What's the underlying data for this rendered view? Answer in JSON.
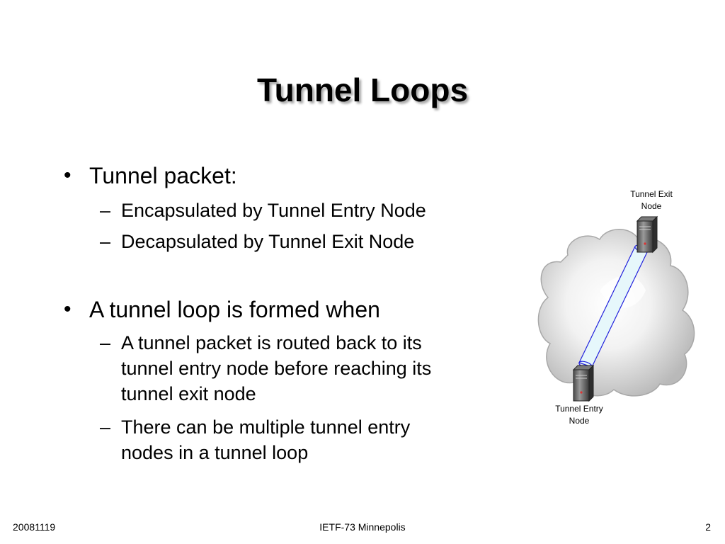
{
  "slide": {
    "title": "Tunnel Loops",
    "bullets": [
      {
        "text": "Tunnel packet:",
        "subitems": [
          "Encapsulated by Tunnel Entry Node",
          "Decapsulated by Tunnel Exit Node"
        ]
      },
      {
        "text": "A tunnel loop is formed when",
        "subitems": [
          [
            "A tunnel packet is routed back to its",
            "tunnel entry node before reaching its",
            "tunnel exit node"
          ],
          [
            "There can be multiple tunnel entry",
            "nodes in a tunnel loop"
          ]
        ]
      }
    ],
    "bullet_marker": "•",
    "sub_marker": "–"
  },
  "diagram": {
    "exit_label": [
      "Tunnel Exit",
      "Node"
    ],
    "entry_label": [
      "Tunnel Entry",
      "Node"
    ],
    "tunnel_color": "#2222dd",
    "tunnel_fill": "#e6f7fb",
    "cloud_color": "#c8c8c8",
    "exit_icon": "server-icon",
    "entry_icon": "server-icon"
  },
  "footer": {
    "date": "20081119",
    "event": "IETF-73 Minnepolis",
    "page": "2"
  }
}
